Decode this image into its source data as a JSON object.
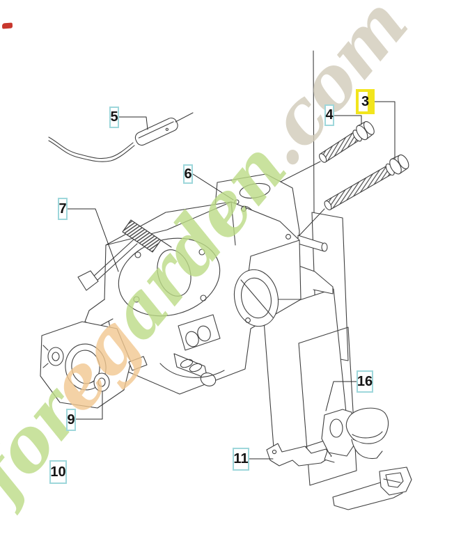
{
  "diagram": {
    "type": "exploded-parts-diagram",
    "subject": "carburetor assembly",
    "background_color": "#ffffff",
    "line_color": "#3f3f3f"
  },
  "watermark": {
    "text": "foregarden.com",
    "segments": [
      {
        "text": "for",
        "color": "#bcdc86"
      },
      {
        "text": "eg",
        "color": "#f2c890"
      },
      {
        "text": "arden",
        "color": "#bcdc86"
      },
      {
        "text": ".com",
        "color": "#d2cbba"
      }
    ]
  },
  "callout_style": {
    "border_color": "#9ed7db",
    "highlight_color": "#f2e51d",
    "text_color": "#141414"
  },
  "red_mark_color": "#c8372d",
  "callouts": [
    {
      "id": "3",
      "label": "3",
      "highlighted": true
    },
    {
      "id": "4",
      "label": "4",
      "highlighted": false
    },
    {
      "id": "5",
      "label": "5",
      "highlighted": false
    },
    {
      "id": "6",
      "label": "6",
      "highlighted": false
    },
    {
      "id": "7",
      "label": "7",
      "highlighted": false
    },
    {
      "id": "9",
      "label": "9",
      "highlighted": false
    },
    {
      "id": "10",
      "label": "10",
      "highlighted": false
    },
    {
      "id": "11",
      "label": "11",
      "highlighted": false
    },
    {
      "id": "16",
      "label": "16",
      "highlighted": false
    }
  ]
}
